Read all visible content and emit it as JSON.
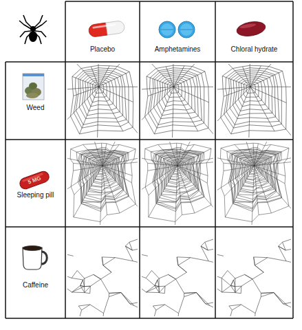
{
  "diagram": {
    "nodes": [
      {
        "text": [
          "Placebo"
        ]
      },
      {
        "text": [
          "Amphetamines"
        ]
      },
      {
        "text": [
          "Chloral hydrate"
        ]
      },
      {
        "text": [
          "Weed"
        ]
      },
      {
        "text": [
          "Sleeping pill"
        ]
      },
      {
        "text": [
          "Caffeine"
        ]
      }
    ],
    "labels": [
      "5 MG"
    ]
  }
}
